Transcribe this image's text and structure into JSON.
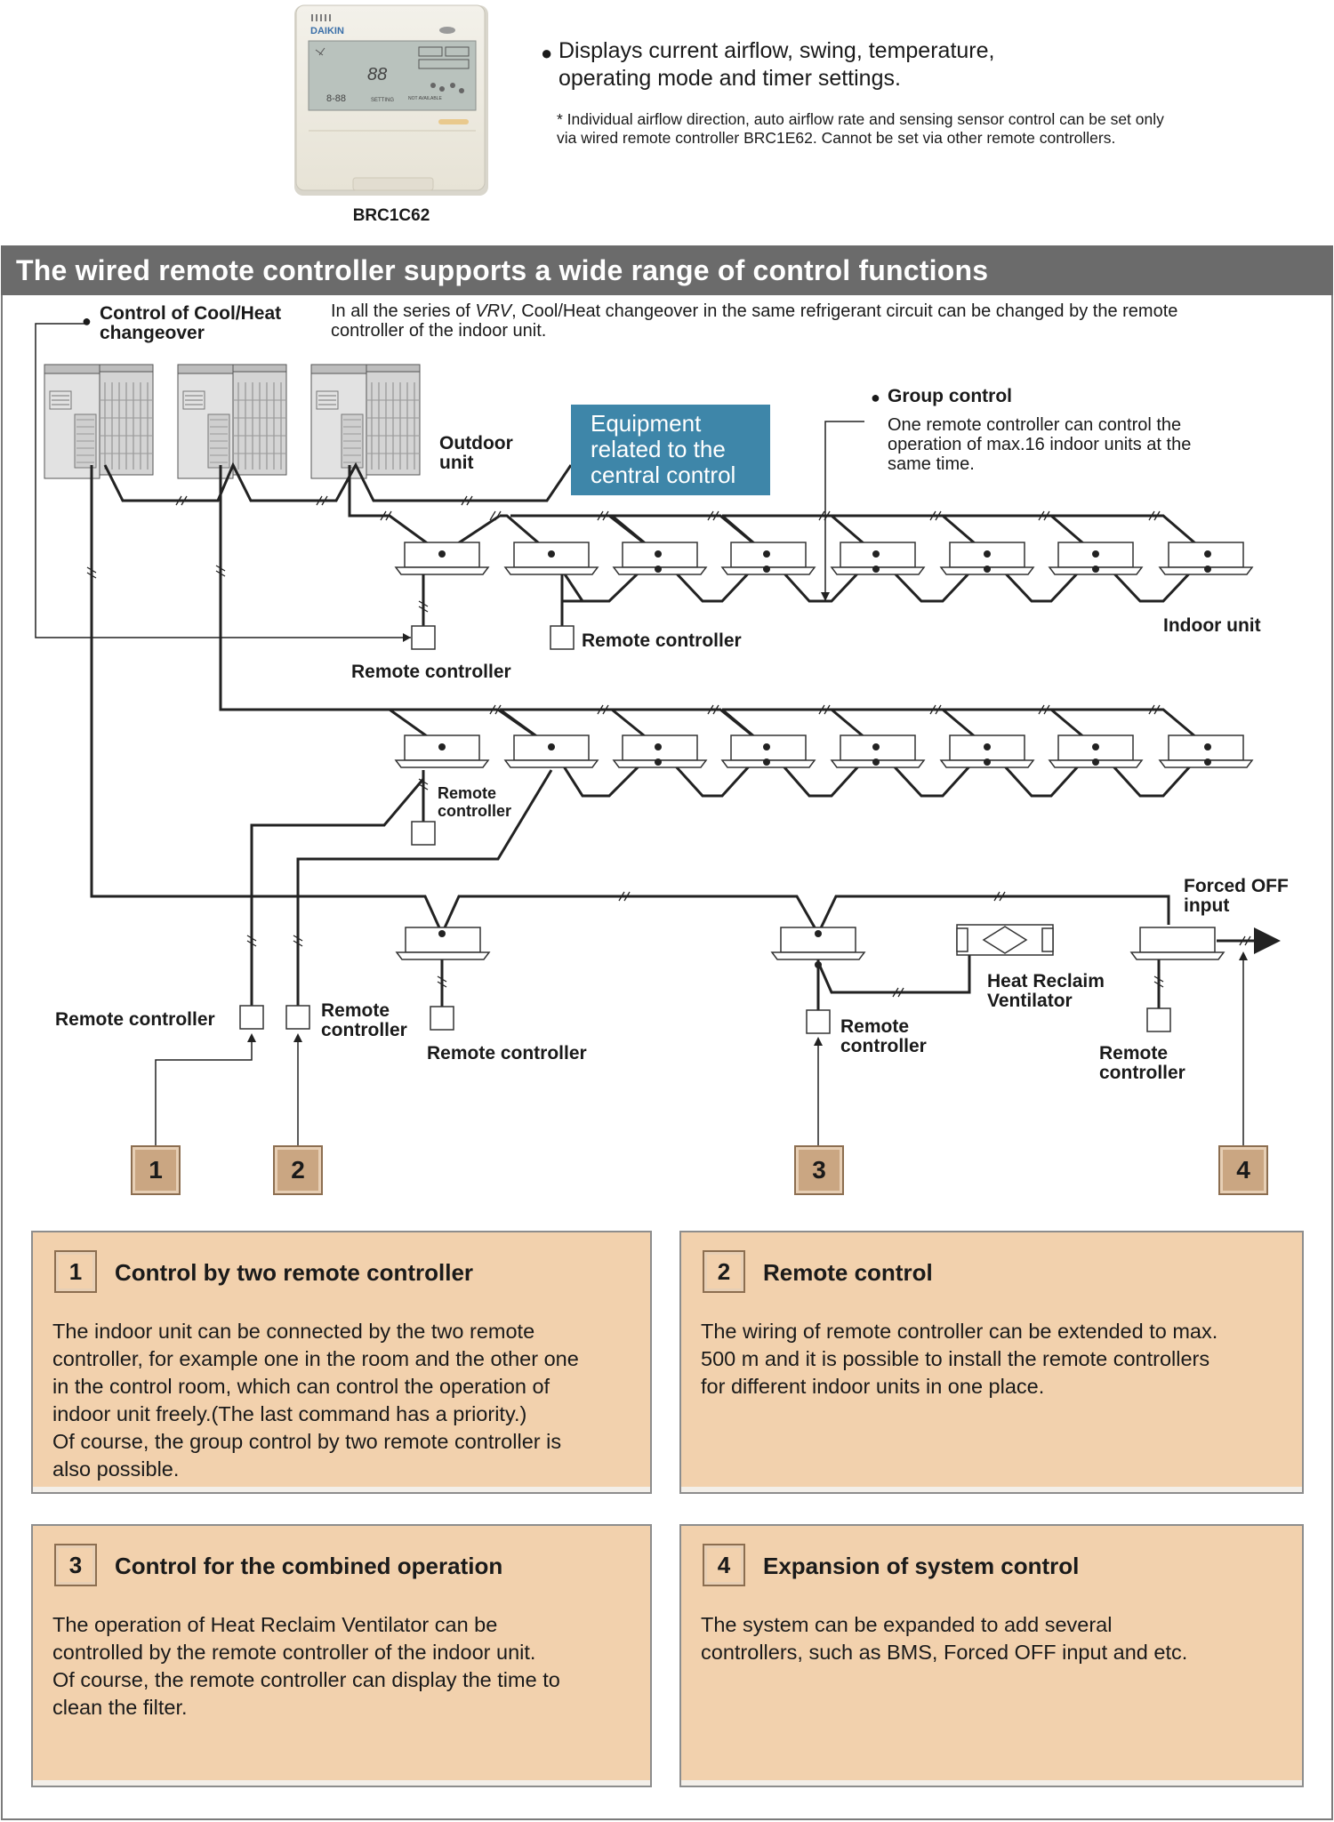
{
  "product": {
    "brand": "DAIKIN",
    "model": "BRC1C62",
    "lcd_values": [
      "88",
      "8-88"
    ],
    "lcd_labels": [
      "SETTING",
      "NOT AVAILABLE"
    ],
    "feature_main": "Displays current airflow, swing, temperature, operating mode and timer settings.",
    "feature_note": "* Individual airflow direction, auto airflow rate and sensing sensor control can be set only\n   via wired remote controller BRC1E62. Cannot be set via other remote controllers."
  },
  "section": {
    "title": "The wired remote controller supports a wide range of control functions"
  },
  "diagram": {
    "cool_heat_title": "Control of Cool/Heat\nchangeover",
    "cool_heat_desc_pre": "In all the series of ",
    "cool_heat_desc_italic": "VRV",
    "cool_heat_desc_post": ", Cool/Heat changeover in the same refrigerant circuit can be changed by the remote\ncontroller of the indoor unit.",
    "outdoor_unit": "Outdoor\nunit",
    "equipment_central": "Equipment\nrelated to the\ncentral control",
    "group_control_title": "Group control",
    "group_control_desc": "One remote controller can control the\noperation of max.16 indoor units at the\nsame time.",
    "indoor_unit": "Indoor unit",
    "remote_controller": "Remote controller",
    "remote_controller_split": "Remote\ncontroller",
    "forced_off": "Forced OFF\ninput",
    "heat_reclaim": "Heat Reclaim\nVentilator",
    "callouts": [
      "1",
      "2",
      "3",
      "4"
    ]
  },
  "cards": [
    {
      "num": "1",
      "title": "Control by two remote controller",
      "body": "The indoor unit can be connected by the two remote\ncontroller, for example one in the room and the other one\nin the control room, which can control the operation of\nindoor unit freely.(The last command has a priority.)\nOf course, the group control by two remote controller is\nalso possible."
    },
    {
      "num": "2",
      "title": "Remote control",
      "body": "The wiring of remote controller can be extended to max.\n500 m and it is possible to install the remote controllers\nfor different indoor units in one place."
    },
    {
      "num": "3",
      "title": "Control for the combined operation",
      "body": "The operation of Heat Reclaim Ventilator can be\ncontrolled by the remote controller of the indoor unit.\nOf course, the remote controller can display the time to\nclean the filter."
    },
    {
      "num": "4",
      "title": "Expansion of system control",
      "body": "The system can be expanded to add several\ncontrollers, such as BMS, Forced OFF input and etc."
    }
  ]
}
